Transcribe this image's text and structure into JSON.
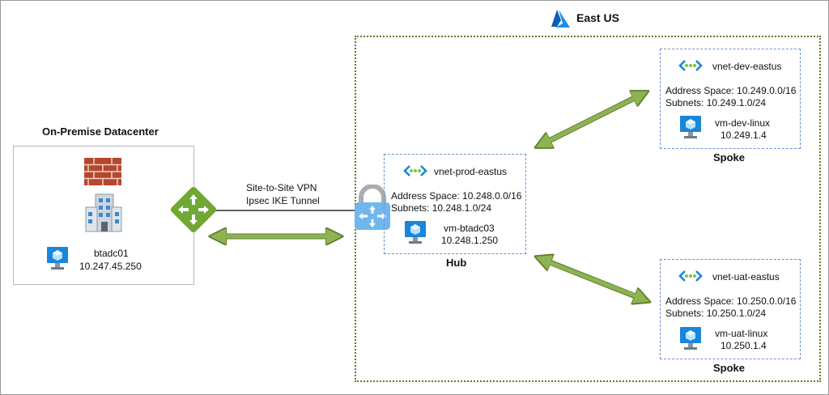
{
  "region": {
    "title": "East US",
    "icon": "azure-logo-icon"
  },
  "onprem": {
    "title": "On-Premise Datacenter",
    "vm_name": "btadc01",
    "vm_ip": "10.247.45.250",
    "icons": [
      "firewall-icon",
      "building-icon",
      "vm-icon"
    ]
  },
  "vpn": {
    "line1": "Site-to-Site VPN",
    "line2": "Ipsec IKE Tunnel",
    "icons": [
      "router-icon",
      "vpn-gateway-icon"
    ]
  },
  "hub": {
    "label": "Hub",
    "vnet_name": "vnet-prod-eastus",
    "address_space": "Address Space: 10.248.0.0/16",
    "subnets": "Subnets: 10.248.1.0/24",
    "vm_name": "vm-btadc03",
    "vm_ip": "10.248.1.250"
  },
  "spoke_dev": {
    "label": "Spoke",
    "vnet_name": "vnet-dev-eastus",
    "address_space": "Address Space: 10.249.0.0/16",
    "subnets": "Subnets: 10.249.1.0/24",
    "vm_name": "vm-dev-linux",
    "vm_ip": "10.249.1.4"
  },
  "spoke_uat": {
    "label": "Spoke",
    "vnet_name": "vnet-uat-eastus",
    "address_space": "Address Space: 10.250.0.0/16",
    "subnets": "Subnets: 10.250.1.0/24",
    "vm_name": "vm-uat-linux",
    "vm_ip": "10.250.1.4"
  },
  "colors": {
    "arrow": "#8db352",
    "region_border": "#5e7d2a",
    "vnet_border": "#6f8fd0",
    "azure_blue": "#0078d4",
    "router_green": "#6fa832",
    "firewall_brick": "#b5472e"
  }
}
